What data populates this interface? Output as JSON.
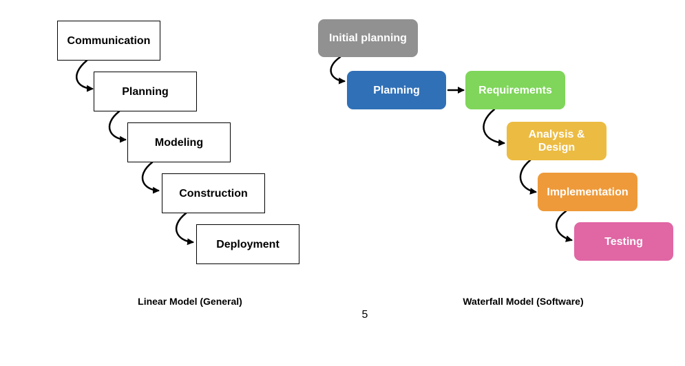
{
  "linear_model": {
    "caption": "Linear Model (General)",
    "steps": [
      "Communication",
      "Planning",
      "Modeling",
      "Construction",
      "Deployment"
    ]
  },
  "waterfall_model": {
    "caption": "Waterfall Model (Software)",
    "steps": [
      {
        "label": "Initial planning",
        "color": "#919191"
      },
      {
        "label": "Planning",
        "color": "#3070b7"
      },
      {
        "label": "Requirements",
        "color": "#7fd65a"
      },
      {
        "label": "Analysis & Design",
        "color": "#ecbb42"
      },
      {
        "label": "Implementation",
        "color": "#ee9a3a"
      },
      {
        "label": "Testing",
        "color": "#e066a4"
      }
    ]
  },
  "page_number": "5"
}
